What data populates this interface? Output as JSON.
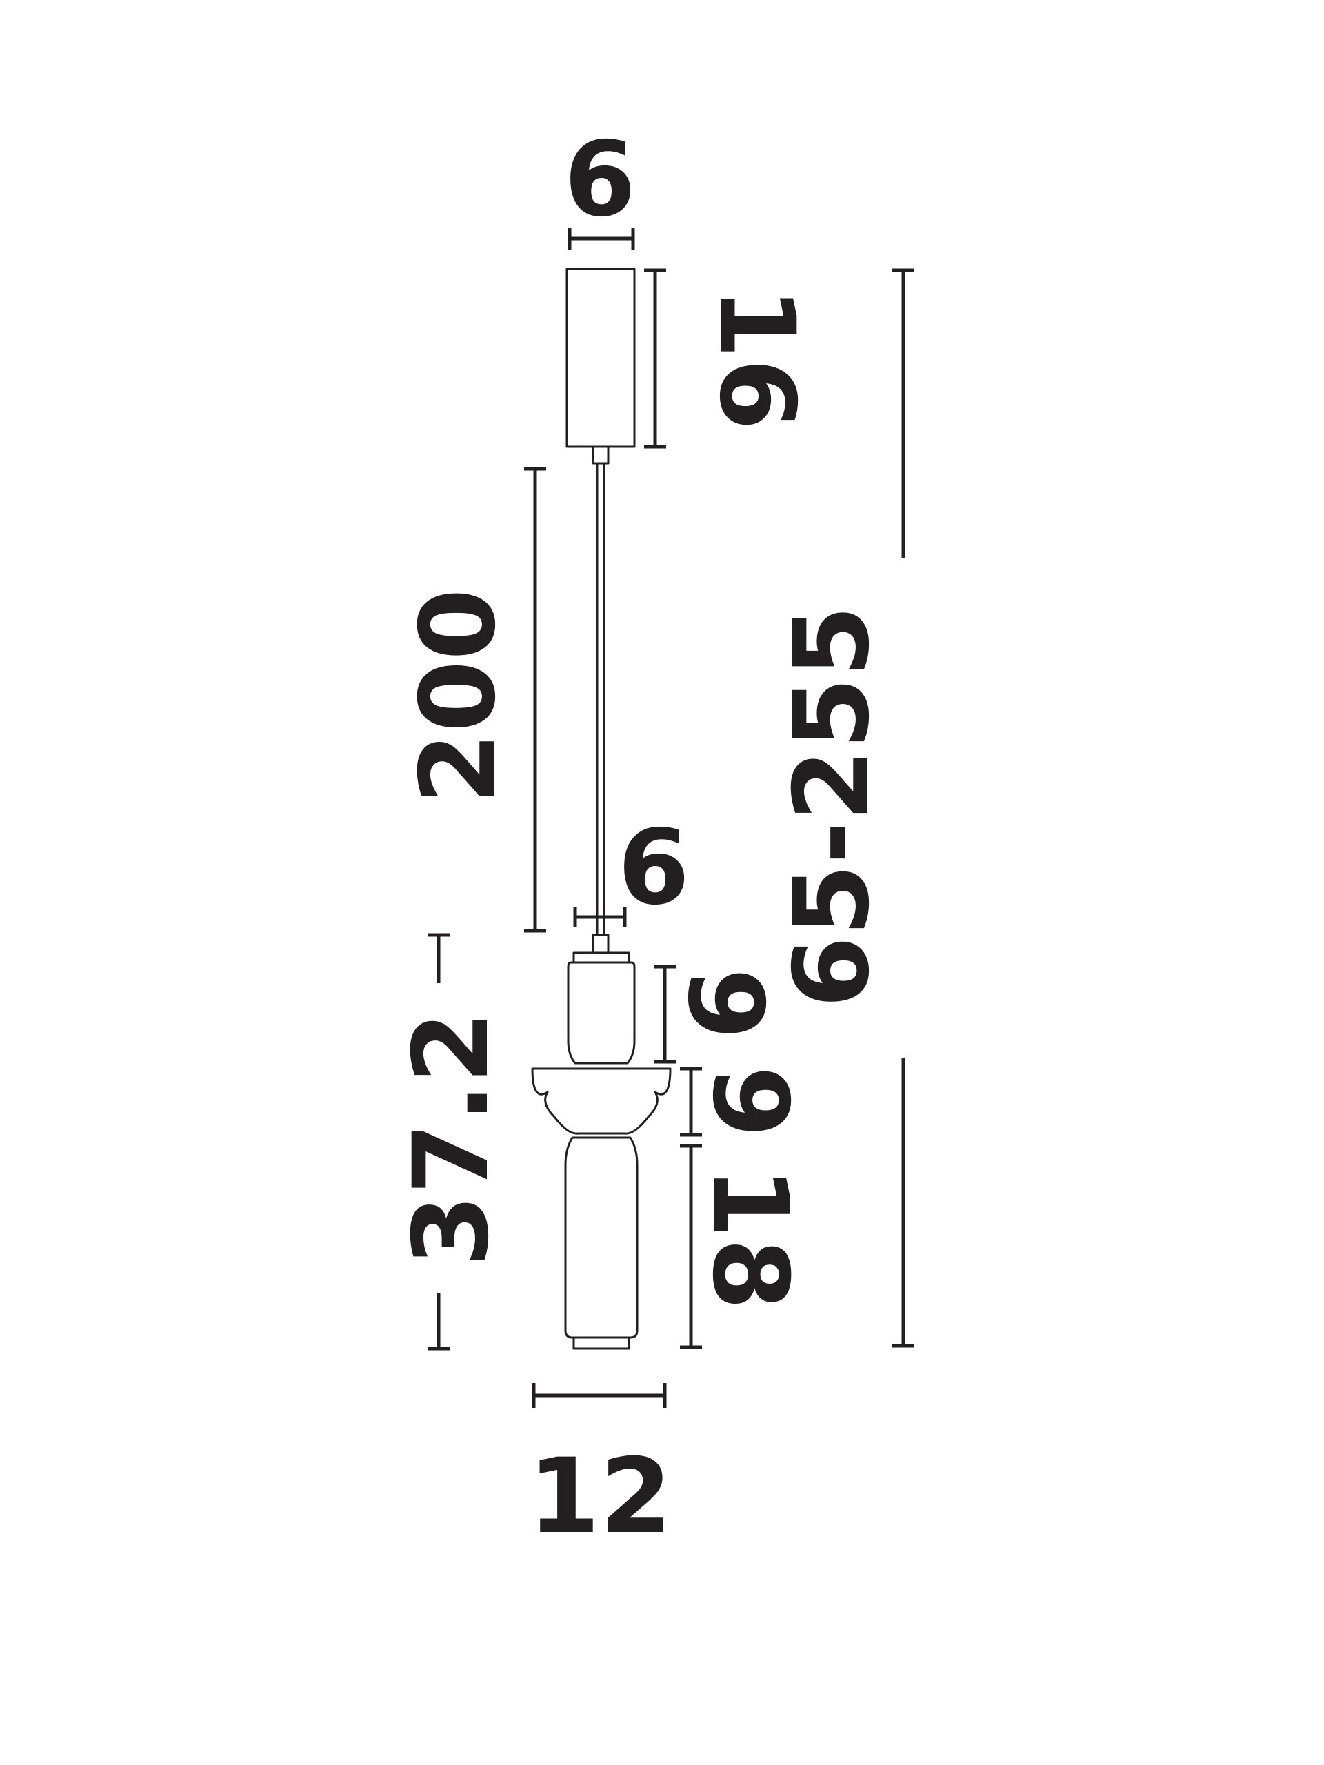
{
  "colors": {
    "ink": "#231f20",
    "background": "#ffffff"
  },
  "dimensions": {
    "canopy_width": "6",
    "canopy_height": "16",
    "cable_length": "200",
    "cable_adjust": "65-255",
    "connector_width": "6",
    "shade_total_height": "37.2",
    "upper_body_height": "9",
    "bowl_height": "9",
    "lower_body_height": "18",
    "shade_width": "12"
  }
}
